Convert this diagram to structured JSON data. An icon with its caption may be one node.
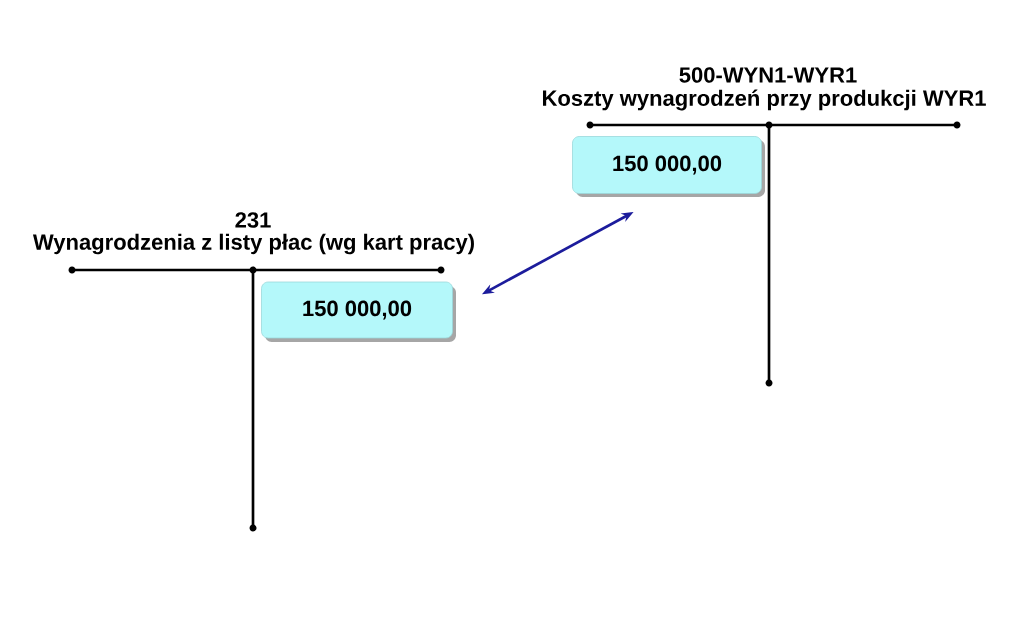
{
  "diagram": {
    "nodes": [
      {
        "text": [
          "150 000,00"
        ]
      },
      {
        "text": [
          "150 000,00"
        ]
      }
    ],
    "edges": [
      {
        "from": 0,
        "to": 1,
        "arrow": "both",
        "color": "#1c1c9c"
      }
    ],
    "labels": [
      "500-WYN1-WYR1",
      "Koszty wynagrodzeń przy produkcji WYR1",
      "231",
      "Wynagrodzenia z listy płac (wg kart pracy)"
    ]
  }
}
